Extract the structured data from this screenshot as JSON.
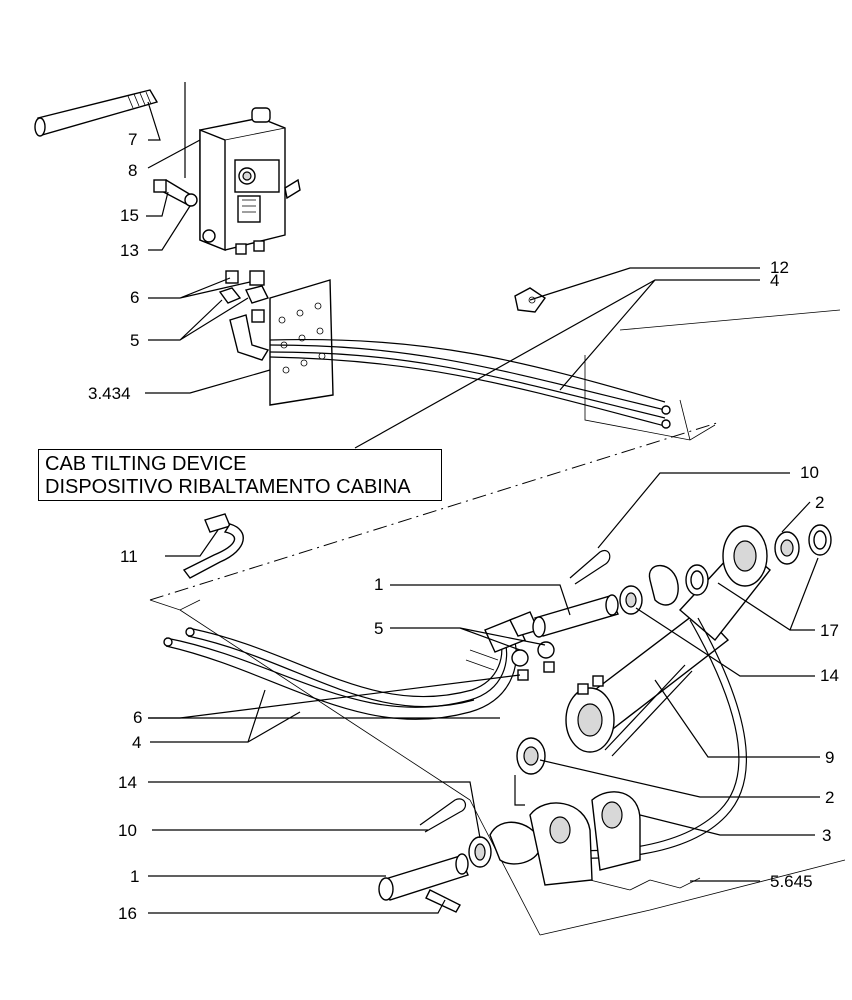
{
  "caption": {
    "line1": "CAB TILTING DEVICE",
    "line2": "DISPOSITIVO RIBALTAMENTO CABINA"
  },
  "callouts": {
    "c7": "7",
    "c8": "8",
    "c15": "15",
    "c13": "13",
    "c6a": "6",
    "c5a": "5",
    "c3434": "3.434",
    "c12": "12",
    "c4a": "4",
    "c10a": "10",
    "c2a": "2",
    "c11": "11",
    "c1a": "1",
    "c5b": "5",
    "c17": "17",
    "c14a": "14",
    "c6b": "6",
    "c4b": "4",
    "c9": "9",
    "c14b": "14",
    "c2b": "2",
    "c10b": "10",
    "c3": "3",
    "c1b": "1",
    "c5645": "5.645",
    "c16": "16"
  }
}
